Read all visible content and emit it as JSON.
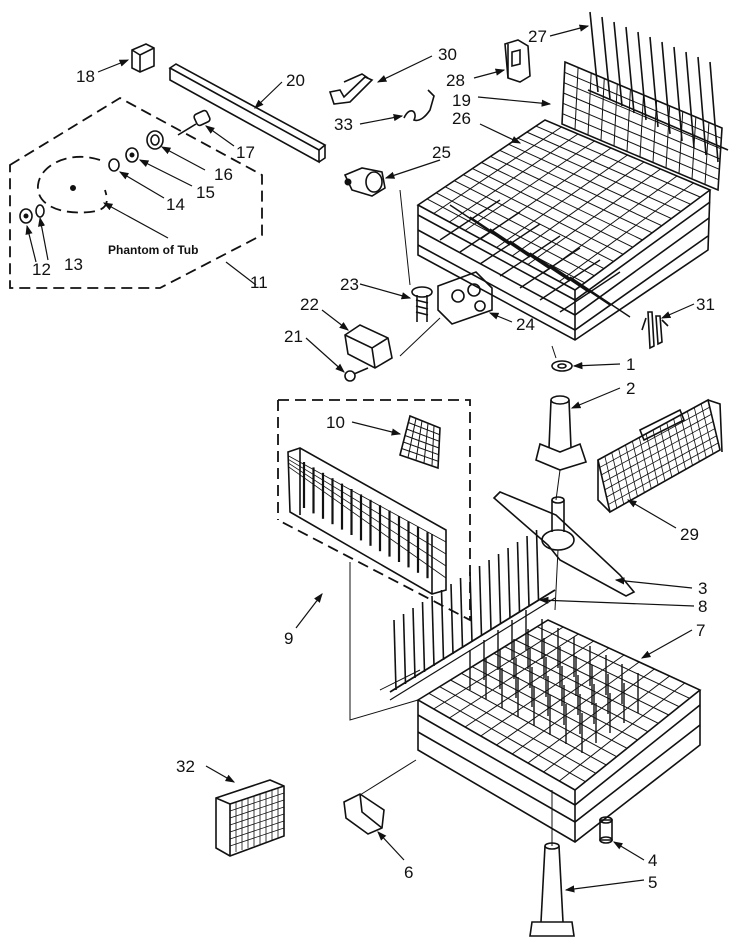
{
  "title": "",
  "phantom_label": "Phantom of Tub",
  "callouts": [
    "1",
    "2",
    "3",
    "4",
    "5",
    "6",
    "7",
    "8",
    "9",
    "10",
    "11",
    "12",
    "13",
    "14",
    "15",
    "16",
    "17",
    "18",
    "19",
    "20",
    "21",
    "22",
    "23",
    "24",
    "25",
    "26",
    "27",
    "28",
    "29",
    "30",
    "31",
    "32",
    "33"
  ]
}
